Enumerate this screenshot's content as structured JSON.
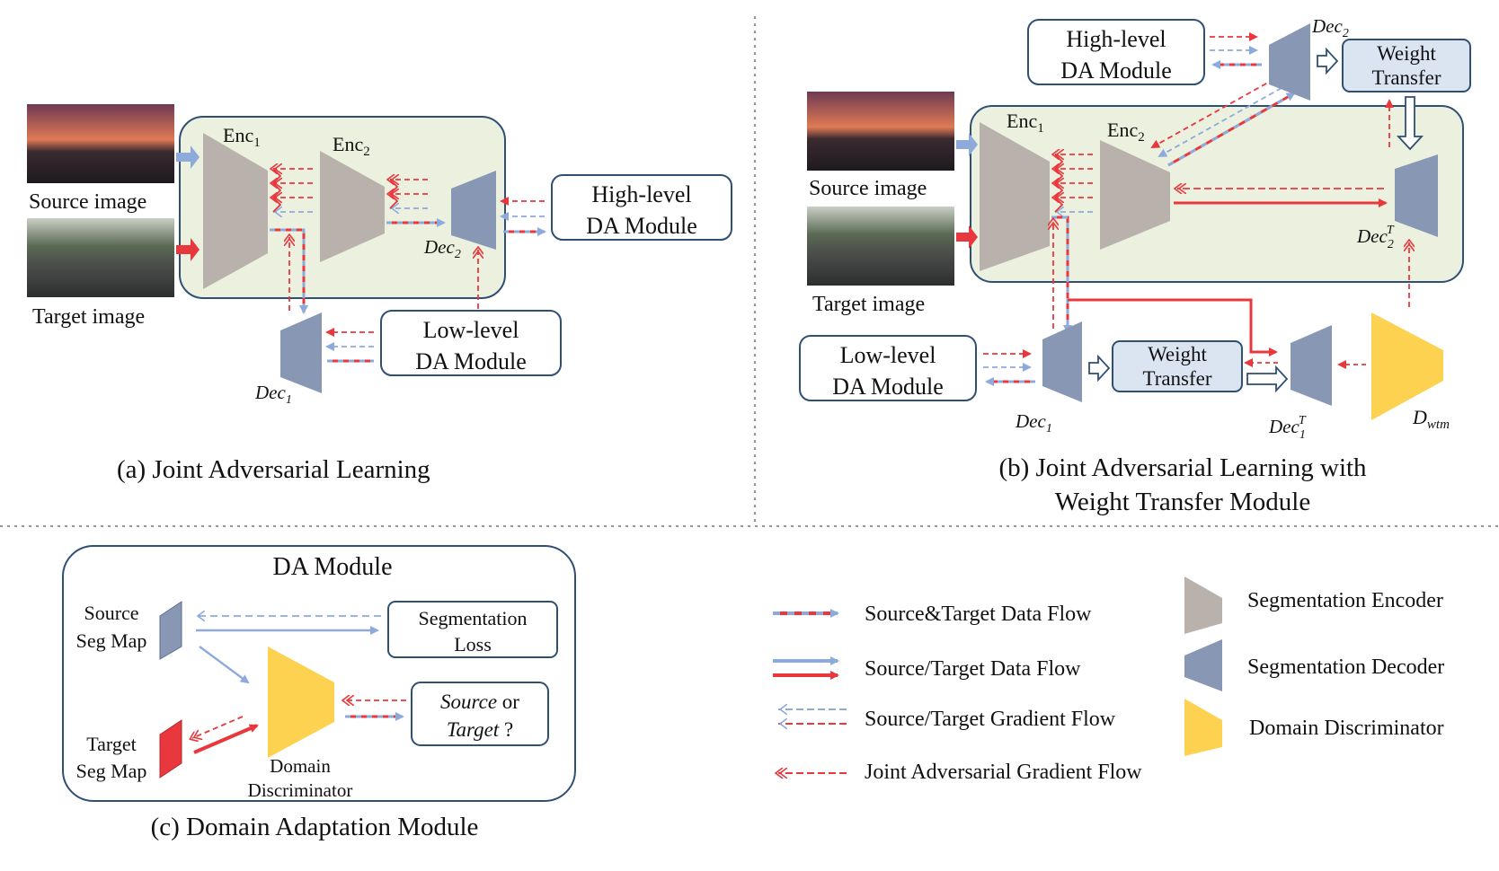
{
  "panel_a": {
    "caption": "(a) Joint Adversarial Learning",
    "enc1": "Enc",
    "enc1_sub": "1",
    "enc2": "Enc",
    "enc2_sub": "2",
    "dec2": "Dec",
    "dec2_sub": "2",
    "dec1": "Dec",
    "dec1_sub": "1",
    "source_image": "Source image",
    "target_image": "Target image",
    "high_da_line1": "High-level",
    "high_da_line2": "DA Module",
    "low_da_line1": "Low-level",
    "low_da_line2": "DA Module"
  },
  "panel_b": {
    "caption_line1": "(b) Joint Adversarial Learning with",
    "caption_line2": "Weight Transfer Module",
    "enc1": "Enc",
    "enc1_sub": "1",
    "enc2": "Enc",
    "enc2_sub": "2",
    "dec2": "Dec",
    "dec2_sub": "2",
    "dec2t": "Dec",
    "dec2t_sub": "2",
    "dec2t_sup": "T",
    "dec1": "Dec",
    "dec1_sub": "1",
    "dec1t": "Dec",
    "dec1t_sub": "1",
    "dec1t_sup": "T",
    "dwtm": "D",
    "dwtm_sub": "wtm",
    "source_image": "Source image",
    "target_image": "Target image",
    "high_da_line1": "High-level",
    "high_da_line2": "DA Module",
    "low_da_line1": "Low-level",
    "low_da_line2": "DA Module",
    "wt_top_line1": "Weight",
    "wt_top_line2": "Transfer",
    "wt_bottom_line1": "Weight",
    "wt_bottom_line2": "Transfer"
  },
  "panel_c": {
    "title": "DA Module",
    "caption": "(c) Domain Adaptation Module",
    "source_seg_line1": "Source",
    "source_seg_line2": "Seg Map",
    "target_seg_line1": "Target",
    "target_seg_line2": "Seg Map",
    "seg_loss_line1": "Segmentation",
    "seg_loss_line2": "Loss",
    "disc_line1": "Domain",
    "disc_line2": "Discriminator",
    "q_source": "Source",
    "q_or": " or",
    "q_target": "Target",
    "q_mark": " ?"
  },
  "legend": {
    "flows": [
      "Source&Target Data Flow",
      "Source/Target Data Flow",
      "Source/Target Gradient Flow",
      "Joint Adversarial Gradient Flow"
    ],
    "modules": [
      "Segmentation Encoder",
      "Segmentation Decoder",
      "Domain Discriminator"
    ]
  },
  "colors": {
    "encoder": "#b9b1ac",
    "decoder": "#8898b4",
    "discriminator": "#fdd250",
    "red": "#e8383d",
    "blue": "#8eaadb",
    "panel_fill": "#ebf1de",
    "box_stroke": "#2f4f73"
  }
}
